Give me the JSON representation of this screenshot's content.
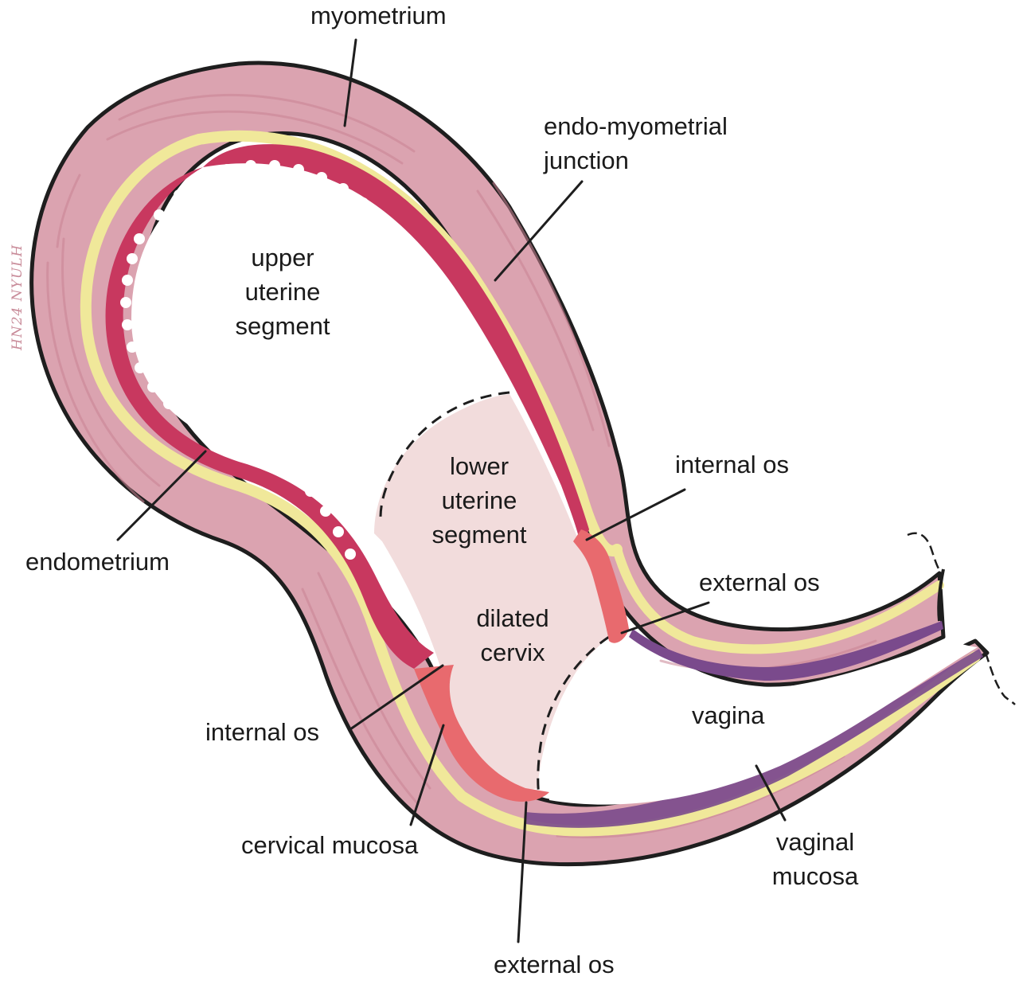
{
  "signature": "HN24 NYULH",
  "labels": {
    "myometrium": "myometrium",
    "endo_myometrial_1": "endo-myometrial",
    "endo_myometrial_2": "junction",
    "upper_1": "upper",
    "upper_2": "uterine",
    "upper_3": "segment",
    "lower_1": "lower",
    "lower_2": "uterine",
    "lower_3": "segment",
    "dilated_1": "dilated",
    "dilated_2": "cervix",
    "internal_os_right": "internal os",
    "external_os_right": "external os",
    "endometrium": "endometrium",
    "internal_os_left": "internal os",
    "cervical_mucosa": "cervical mucosa",
    "external_os_bottom": "external os",
    "vagina": "vagina",
    "vaginal_mucosa_1": "vaginal",
    "vaginal_mucosa_2": "mucosa"
  },
  "colors": {
    "myometrium": "#dba3b0",
    "myometrium_stripe": "#c98394",
    "junction": "#f0e89a",
    "endometrium": "#c8385f",
    "cervical_mucosa": "#e86a6e",
    "vaginal_mucosa": "#7a4a8c",
    "cavity_lower": "#f2dcdc",
    "outline": "#1e1e1e"
  }
}
